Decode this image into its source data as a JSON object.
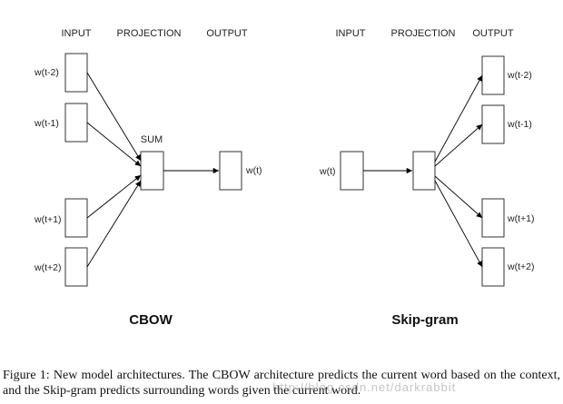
{
  "cbow": {
    "title": "CBOW",
    "headers": {
      "input": "INPUT",
      "projection": "PROJECTION",
      "output": "OUTPUT"
    },
    "inputs": [
      "w(t-2)",
      "w(t-1)",
      "w(t+1)",
      "w(t+2)"
    ],
    "projection_label": "SUM",
    "output": "w(t)"
  },
  "skipgram": {
    "title": "Skip-gram",
    "headers": {
      "input": "INPUT",
      "projection": "PROJECTION",
      "output": "OUTPUT"
    },
    "input": "w(t)",
    "outputs": [
      "w(t-2)",
      "w(t-1)",
      "w(t+1)",
      "w(t+2)"
    ]
  },
  "caption": "Figure 1: New model architectures. The CBOW architecture predicts the current word based on the context, and the Skip-gram predicts surrounding words given the current word.",
  "watermark": "http://blog.csdn.net/darkrabbit"
}
